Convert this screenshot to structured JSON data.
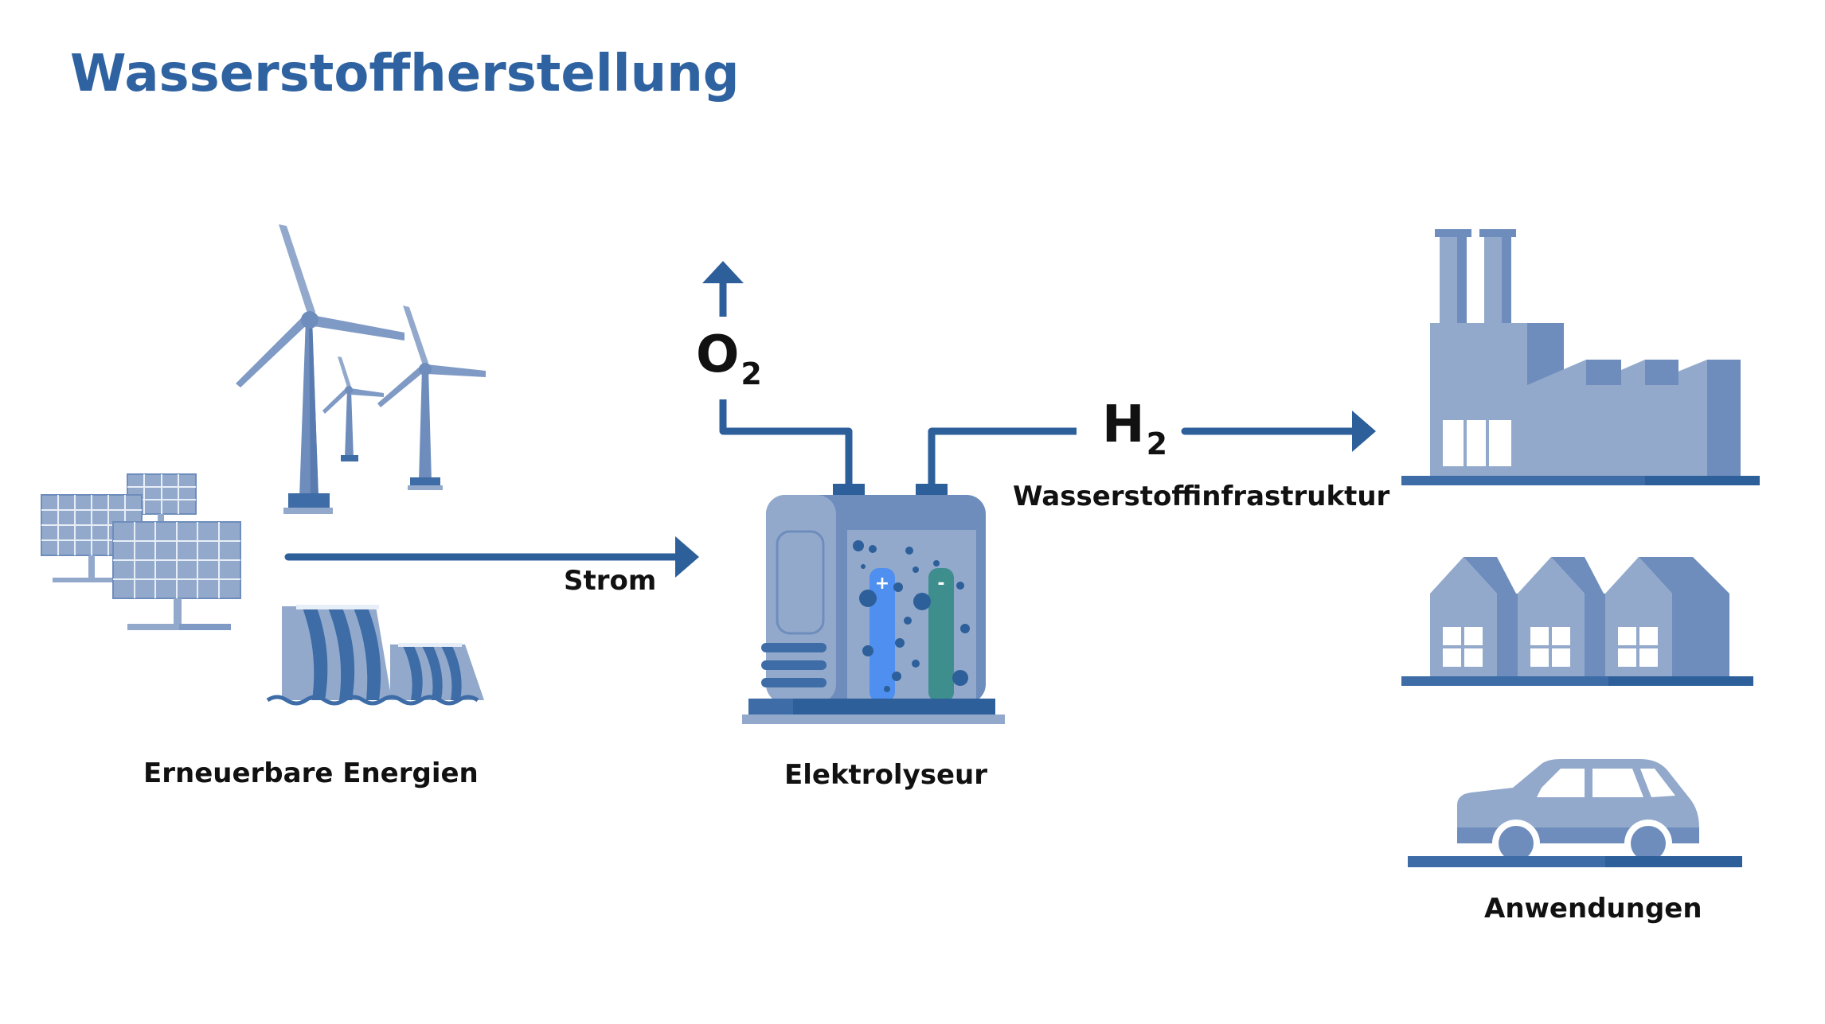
{
  "title": "Wasserstoffherstellung",
  "labels": {
    "renewables": "Erneuerbare Energien",
    "power": "Strom",
    "electrolyzer": "Elektrolyseur",
    "infrastructure": "Wasserstoffinfrastruktur",
    "applications": "Anwendungen"
  },
  "chemicals": {
    "oxygen": {
      "symbol": "O",
      "subscript": "2"
    },
    "hydrogen": {
      "symbol": "H",
      "subscript": "2"
    }
  },
  "electrolyzer_signs": {
    "anode": "+",
    "cathode": "-"
  },
  "colors": {
    "title": "#2e62a0",
    "arrow": "#2d5f9a",
    "icon_light": "#92a9cc",
    "icon_mid": "#6e8dbc",
    "icon_dark": "#3d6ca6",
    "anode": "#4f8ff0",
    "cathode": "#3f8e8e"
  },
  "icons": [
    "wind-turbine-icon",
    "solar-panel-icon",
    "hydro-dam-icon",
    "electrolyzer-icon",
    "factory-icon",
    "houses-icon",
    "car-icon"
  ]
}
